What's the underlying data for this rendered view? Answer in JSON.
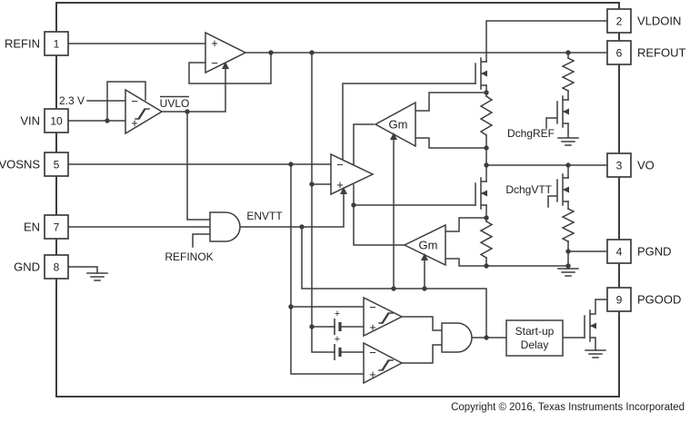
{
  "diagram": {
    "type": "functional-block-diagram",
    "pins_left": [
      {
        "label": "REFIN",
        "num": "1"
      },
      {
        "label": "VIN",
        "num": "10"
      },
      {
        "label": "VOSNS",
        "num": "5"
      },
      {
        "label": "EN",
        "num": "7"
      },
      {
        "label": "GND",
        "num": "8"
      }
    ],
    "pins_right": [
      {
        "label": "VLDOIN",
        "num": "2"
      },
      {
        "label": "REFOUT",
        "num": "6"
      },
      {
        "label": "VO",
        "num": "3"
      },
      {
        "label": "PGND",
        "num": "4"
      },
      {
        "label": "PGOOD",
        "num": "9"
      }
    ],
    "signals": {
      "vref": "2.3 V",
      "uvlo": "UVLO",
      "envtt": "ENVTT",
      "refinok": "REFINOK",
      "gm_upper": "Gm",
      "gm_lower": "Gm",
      "dchgref": "DchgREF",
      "dchgvtt": "DchgVTT",
      "startup_line1": "Start-up",
      "startup_line2": "Delay"
    },
    "marks": {
      "plus": "+",
      "minus": "−"
    },
    "footer": {
      "copyright": "Copyright © 2016, Texas Instruments Incorporated"
    },
    "colors": {
      "wire": "#3d3d3d",
      "text": "#1d1d1d",
      "background": "#ffffff"
    }
  }
}
